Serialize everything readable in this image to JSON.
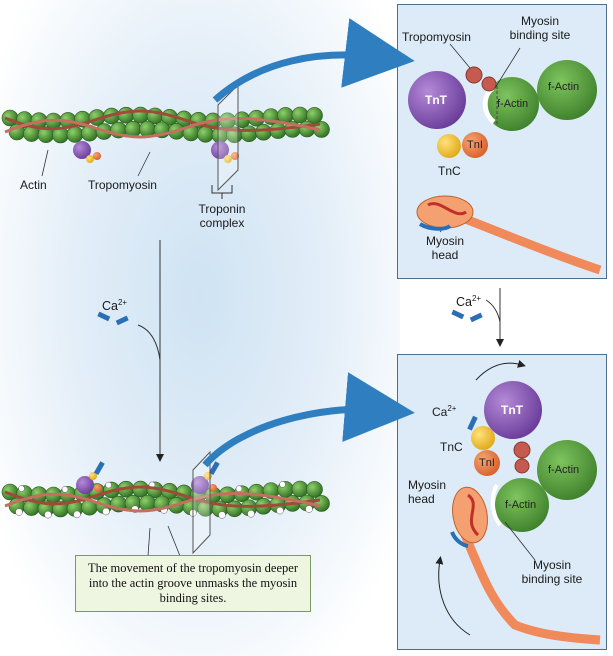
{
  "labels": {
    "actin": "Actin",
    "tropomyosin_left": "Tropomyosin",
    "troponin_complex_line1": "Troponin",
    "troponin_complex_line2": "complex",
    "ca_left": "Ca",
    "ca_right_top": "Ca",
    "ca_sup": "2+",
    "top_panel": {
      "tropomyosin": "Tropomyosin",
      "myosin_binding_line1": "Myosin",
      "myosin_binding_line2": "binding site",
      "tnt": "TnT",
      "tni": "TnI",
      "tnc": "TnC",
      "f_actin_1": "f-Actin",
      "f_actin_2": "f-Actin",
      "myosin_head_line1": "Myosin",
      "myosin_head_line2": "head"
    },
    "bottom_panel": {
      "ca": "Ca",
      "tnt": "TnT",
      "tni": "TnI",
      "tnc": "TnC",
      "f_actin_1": "f-Actin",
      "f_actin_2": "f-Actin",
      "myosin_head_line1": "Myosin",
      "myosin_head_line2": "head",
      "myosin_binding_line1": "Myosin",
      "myosin_binding_line2": "binding site"
    }
  },
  "caption": "The movement of the tropomyosin deeper into the actin groove unmasks the myosin binding sites.",
  "colors": {
    "actin": "#3f8a2e",
    "tnt": "#8a5cb8",
    "tni": "#e8743c",
    "tnc": "#f2c12e",
    "tropomyosin": "#b85a4a",
    "ca_ion": "#2a6fb5",
    "arrow": "#2f7fc0",
    "myosin": "#f08a5a"
  }
}
